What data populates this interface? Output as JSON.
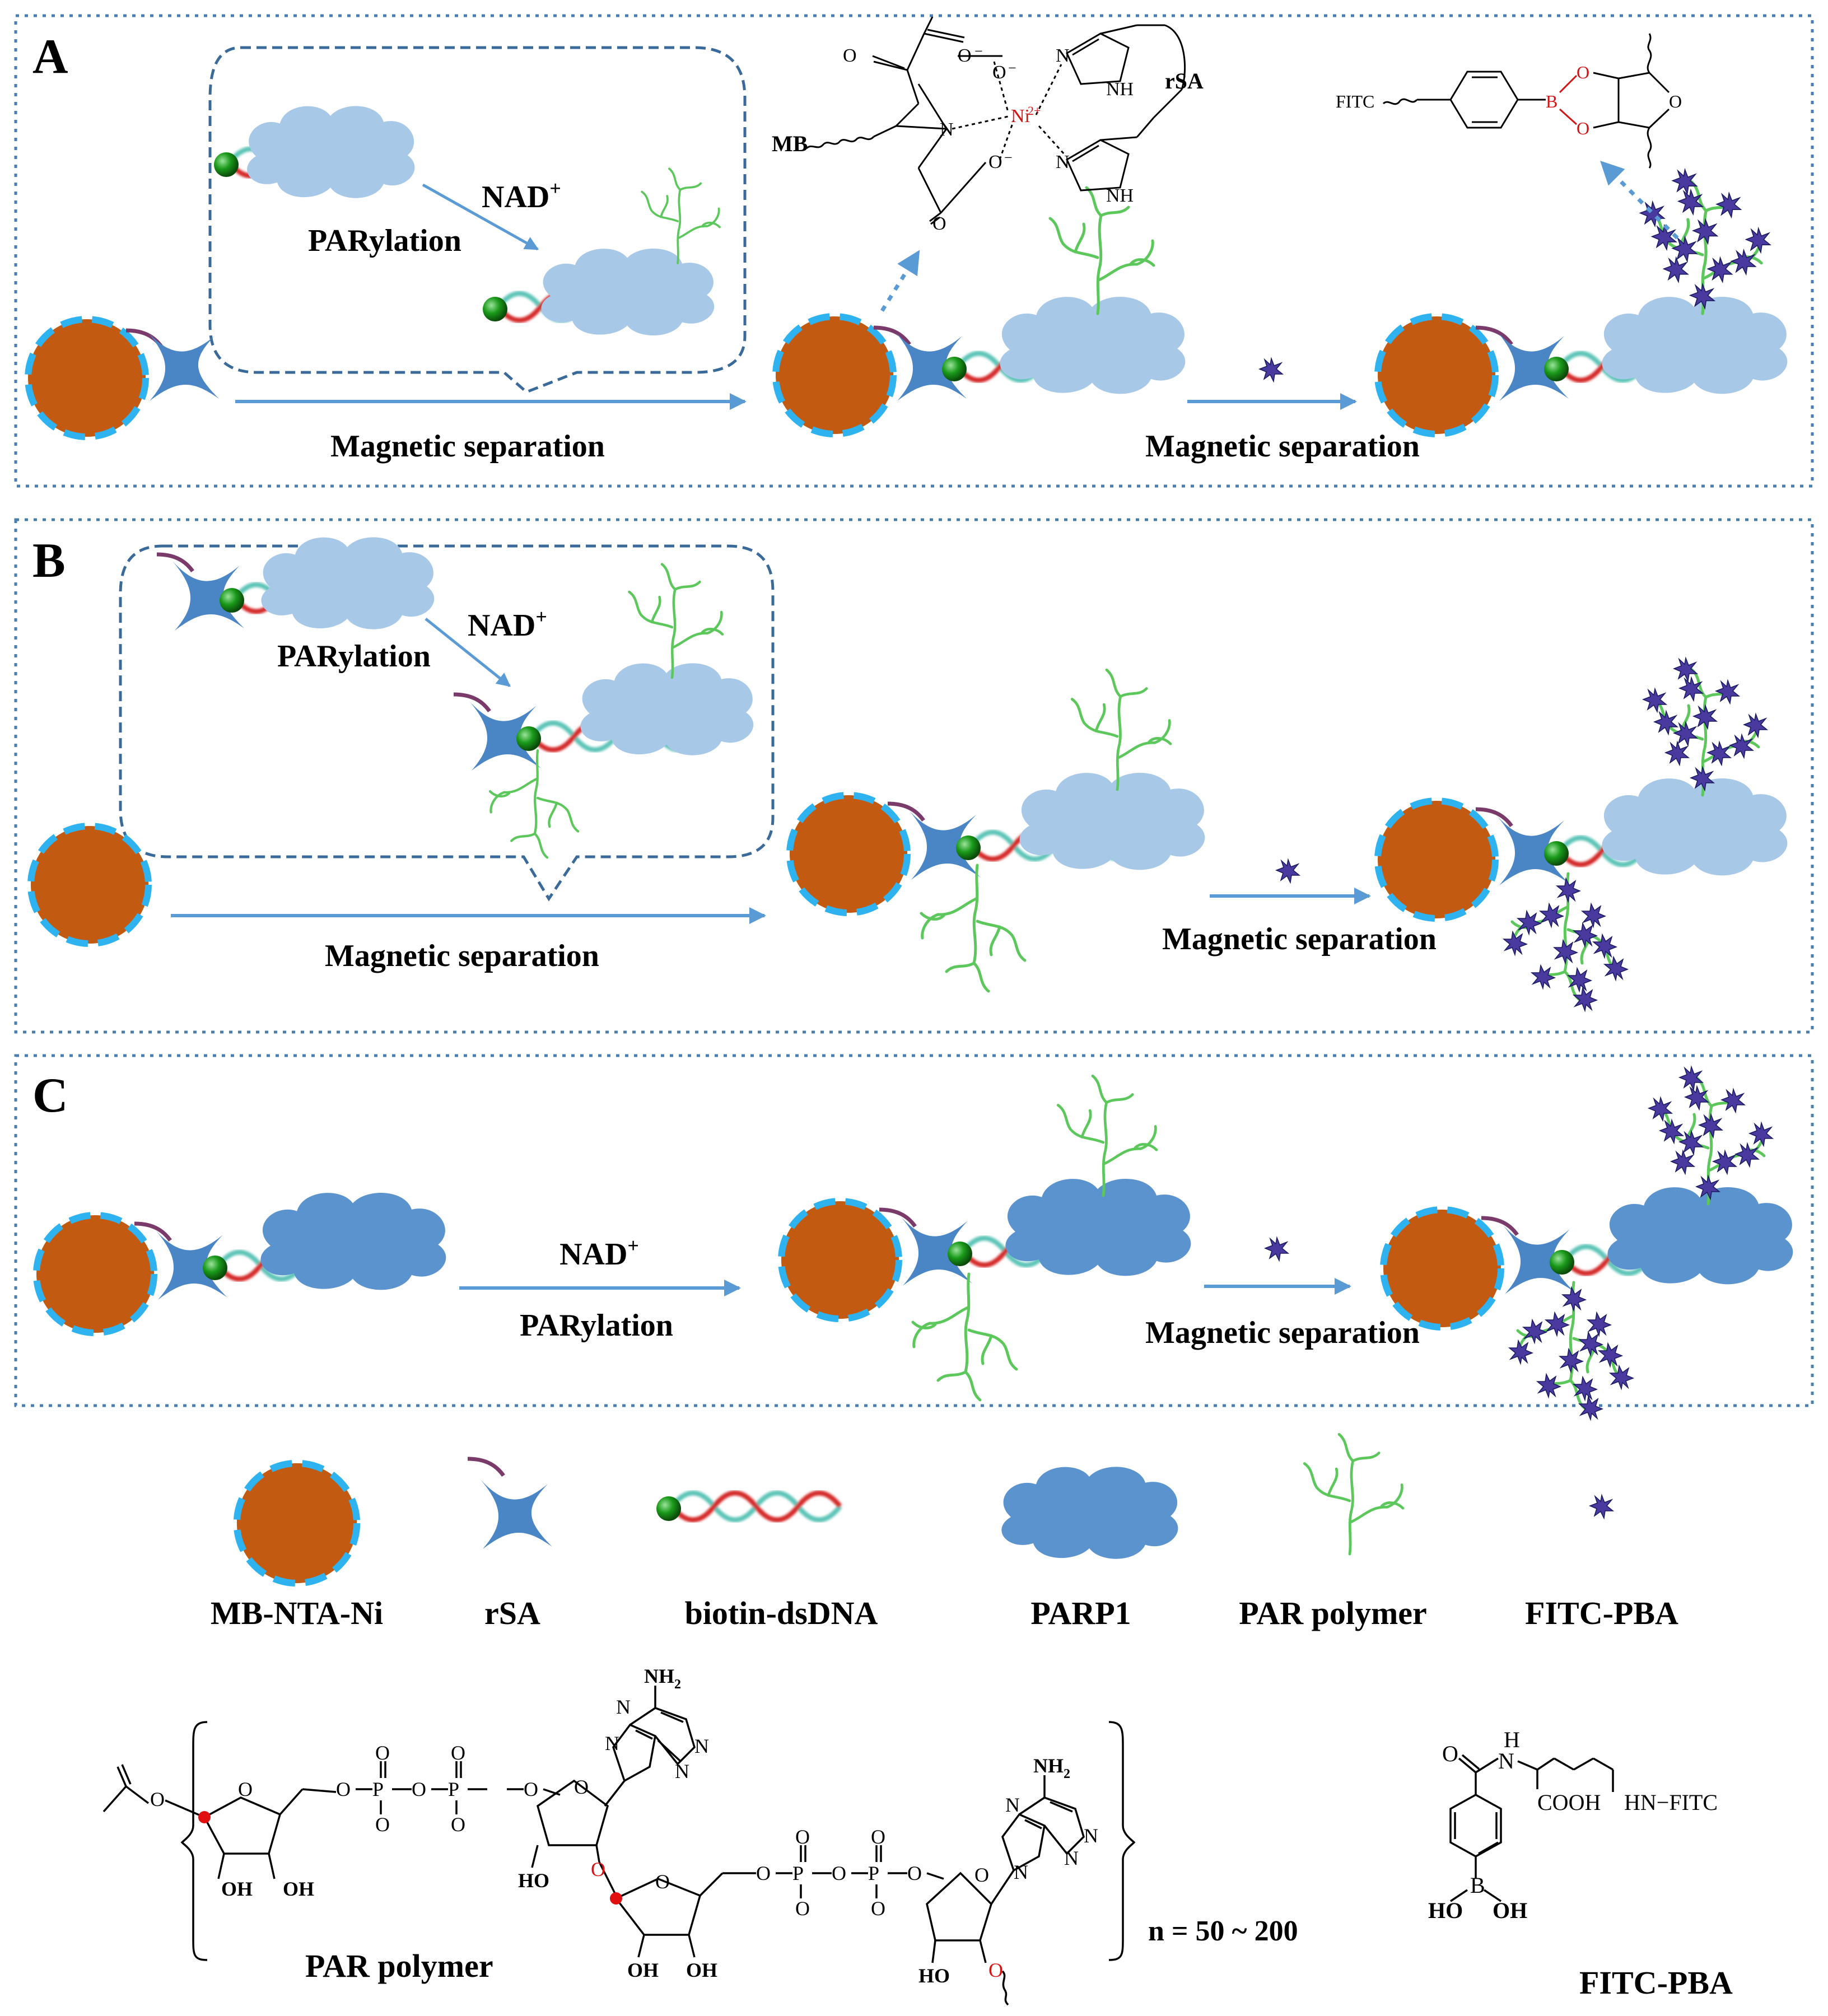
{
  "panels": {
    "a": {
      "letter": "A",
      "step1": "Magnetic separation",
      "step2": "Magnetic separation",
      "inset_line1": "NAD",
      "inset_sup": "+",
      "inset_line2": "PARylation"
    },
    "b": {
      "letter": "B",
      "step1": "Magnetic separation",
      "step2": "Magnetic separation",
      "inset_line1": "NAD",
      "inset_sup": "+",
      "inset_line2": "PARylation"
    },
    "c": {
      "letter": "C",
      "step1_line1": "NAD",
      "step1_sup": "+",
      "step1_line2": "PARylation",
      "step2": "Magnetic separation"
    }
  },
  "chem_a": {
    "mb": "MB",
    "n": "N",
    "ni": "Ni",
    "ni_charge": "2+",
    "o": "O",
    "o_minus": "O",
    "minus": "−",
    "nh": "NH",
    "rsa": "rSA",
    "fitc": "FITC",
    "b": "B"
  },
  "legend": {
    "items": [
      "MB-NTA-Ni",
      "rSA",
      "biotin-dsDNA",
      "PARP1",
      "PAR polymer",
      "FITC-PBA"
    ]
  },
  "par_structure": {
    "label": "PAR polymer",
    "repeat": "n = 50 ~ 200",
    "nh2": "NH",
    "nh2_sub": "2",
    "oh": "OH",
    "ho": "HO",
    "o": "O",
    "p": "P",
    "n": "N"
  },
  "fitc_structure": {
    "label": "FITC-PBA",
    "h": "H",
    "n": "N",
    "o": "O",
    "cooh": "COOH",
    "hn_fitc": "HN−FITC",
    "b": "B",
    "oh": "OH",
    "ho": "HO"
  },
  "colors": {
    "frame": "#4a7fb5",
    "bead": "#c25a12",
    "bead_ring": "#2fb3f0",
    "rsa": "#4a86c5",
    "dna_red": "#d42a2a",
    "dna_teal": "#5fc5b8",
    "biotin": "#1a8a1a",
    "parp_light": "#a8c8e8",
    "parp_dark": "#5b93cf",
    "par": "#5cc85c",
    "fitc": "#4a3aa0",
    "arrow": "#5b9bd5"
  }
}
